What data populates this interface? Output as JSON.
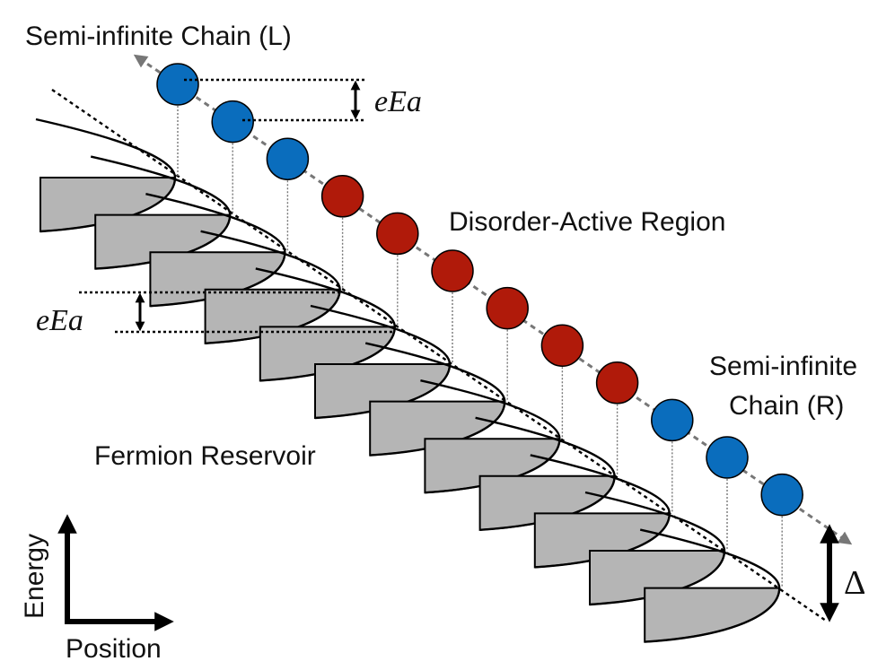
{
  "labels": {
    "left_chain": "Semi-infinite Chain (L)",
    "disorder_region": "Disorder-Active Region",
    "right_chain_line1": "Semi-infinite",
    "right_chain_line2": "Chain (R)",
    "reservoir": "Fermion Reservoir",
    "energy_axis": "Energy",
    "position_axis": "Position",
    "field_step_top": "eEa",
    "field_step_left": "eEa",
    "bandwidth": "Δ"
  },
  "sites": [
    {
      "region": "left-chain",
      "color": "#0a6dbd"
    },
    {
      "region": "left-chain",
      "color": "#0a6dbd"
    },
    {
      "region": "left-chain",
      "color": "#0a6dbd"
    },
    {
      "region": "disorder-active",
      "color": "#b01a0a"
    },
    {
      "region": "disorder-active",
      "color": "#b01a0a"
    },
    {
      "region": "disorder-active",
      "color": "#b01a0a"
    },
    {
      "region": "disorder-active",
      "color": "#b01a0a"
    },
    {
      "region": "disorder-active",
      "color": "#b01a0a"
    },
    {
      "region": "disorder-active",
      "color": "#b01a0a"
    },
    {
      "region": "right-chain",
      "color": "#0a6dbd"
    },
    {
      "region": "right-chain",
      "color": "#0a6dbd"
    },
    {
      "region": "right-chain",
      "color": "#0a6dbd"
    }
  ],
  "colors": {
    "reservoir_fill": "#b5b5b5",
    "guide_line": "#777777",
    "outline": "#000000"
  }
}
